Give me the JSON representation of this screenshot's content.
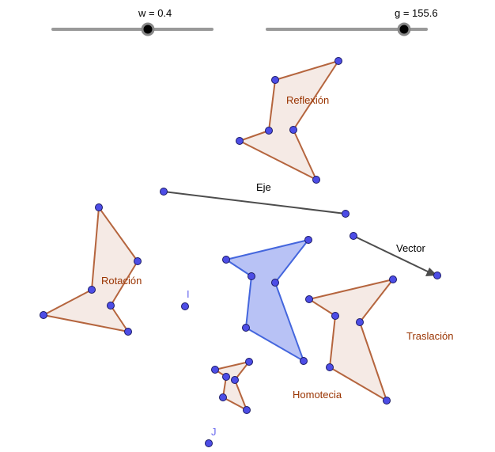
{
  "sliders": {
    "w": {
      "label": "w = 0.4"
    },
    "g": {
      "label": "g = 155.6"
    }
  },
  "labels": {
    "reflexion": "Reflexión",
    "eje": "Eje",
    "vector": "Vector",
    "rotacion": "Rotación",
    "point_i": "I",
    "traslacion": "Traslación",
    "homotecia": "Homotecia",
    "point_j": "J"
  },
  "colors": {
    "point_fill": "#4d4de6",
    "brown_stroke": "#b5653e",
    "brown_text": "#993300",
    "blue_stroke": "#4466dd",
    "blue_fill": "#b3bff2",
    "segment": "#4d4d4d"
  }
}
